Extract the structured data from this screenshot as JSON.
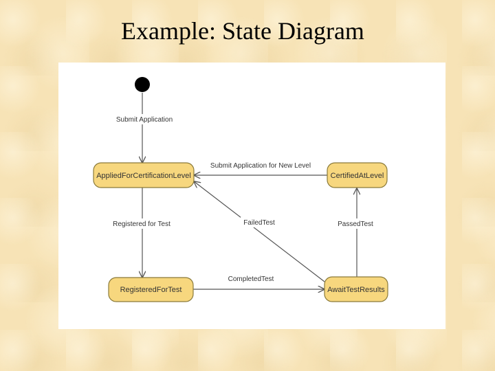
{
  "slide": {
    "title": "Example: State Diagram"
  },
  "states": {
    "applied": "AppliedForCertificationLevel",
    "certified": "CertifiedAtLevel",
    "registered": "RegisteredForTest",
    "await": "AwaitTestResults"
  },
  "transitions": {
    "submit_application": "Submit Application",
    "submit_new_level": "Submit Application for New Level",
    "registered_for_test": "Registered for Test",
    "failed_test": "FailedTest",
    "passed_test": "PassedTest",
    "completed_test": "CompletedTest"
  },
  "colors": {
    "state_fill": "#f7d77e",
    "state_border": "#8a7a3a",
    "edge": "#555555",
    "initial": "#000000"
  }
}
